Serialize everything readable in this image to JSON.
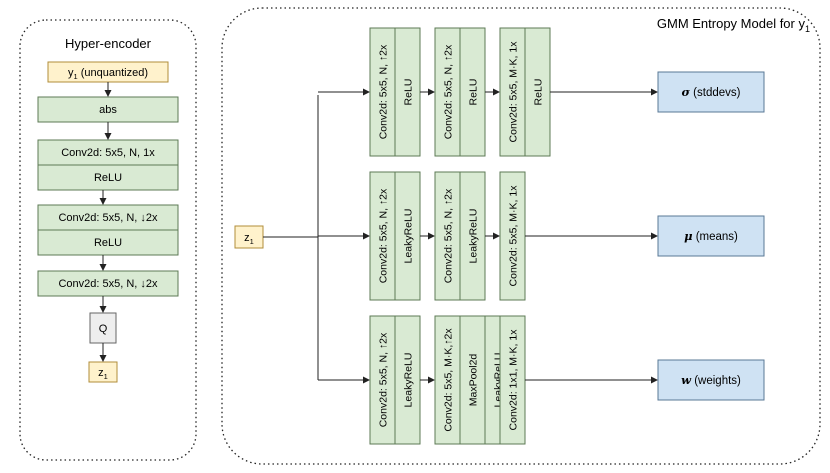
{
  "colors": {
    "block_fill": "#d9ead3",
    "block_stroke": "#5d7a55",
    "input_fill": "#fff2cc",
    "input_stroke": "#b08d3a",
    "output_fill": "#cfe2f3",
    "output_stroke": "#5a7896",
    "quant_fill": "#eeeeee",
    "quant_stroke": "#666666",
    "arrow": "#222222"
  },
  "hyper_encoder": {
    "title": "Hyper-encoder",
    "input": {
      "main": "y",
      "sub": "1",
      "tail": " (unquantized)"
    },
    "abs": "abs",
    "conv1": "Conv2d: 5x5, N, 1x",
    "relu1": "ReLU",
    "conv2": "Conv2d: 5x5, N, ↓2x",
    "relu2": "ReLU",
    "conv3": "Conv2d: 5x5, N, ↓2x",
    "quant": "Q",
    "output": {
      "main": "z",
      "sub": "1"
    }
  },
  "gmm": {
    "title": {
      "main": "GMM Entropy Model for y",
      "sub": "1"
    },
    "input": {
      "main": "z",
      "sub": "1"
    },
    "rows": [
      {
        "blocks": [
          [
            "Conv2d: 5x5, N, ↑2x",
            "ReLU"
          ],
          [
            "Conv2d: 5x5, N, ↑2x",
            "ReLU"
          ],
          [
            "Conv2d: 5x5, M·K, 1x",
            "ReLU"
          ]
        ],
        "output": {
          "symbol": "σ",
          "label": " (stddevs)"
        }
      },
      {
        "blocks": [
          [
            "Conv2d: 5x5, N, ↑2x",
            "LeakyReLU"
          ],
          [
            "Conv2d: 5x5, N, ↑2x",
            "LeakyReLU"
          ],
          [
            "Conv2d: 5x5, M·K, 1x"
          ]
        ],
        "output": {
          "symbol": "μ",
          "label": " (means)"
        }
      },
      {
        "blocks": [
          [
            "Conv2d: 5x5, N, ↑2x",
            "LeakyReLU"
          ],
          [
            "Conv2d: 5x5, M·K,↑2x",
            "MaxPool2d",
            "LeakyReLU"
          ],
          [
            "Conv2d: 1x1, M·K, 1x"
          ]
        ],
        "output": {
          "symbol": "w",
          "label": " (weights)"
        }
      }
    ]
  }
}
